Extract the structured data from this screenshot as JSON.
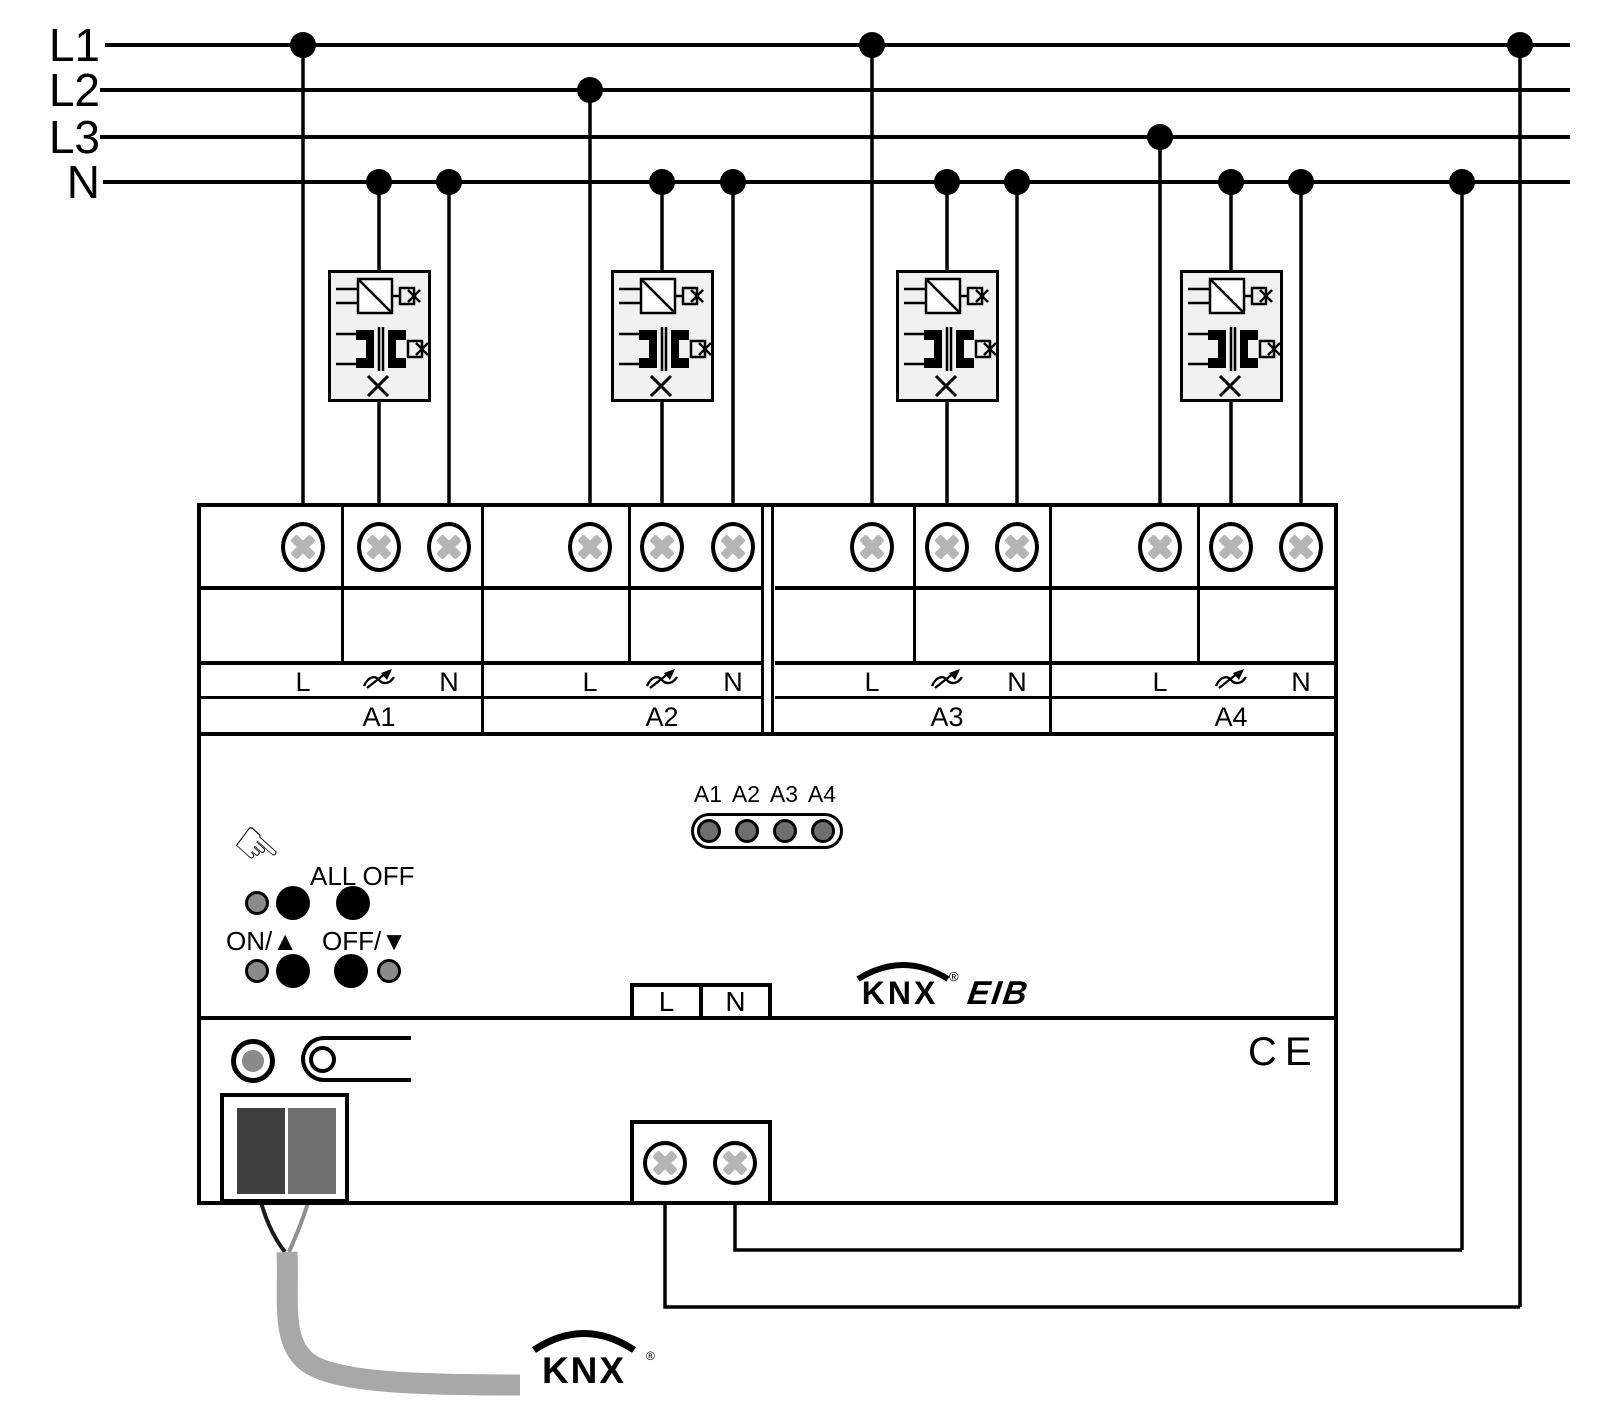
{
  "bus_labels": [
    "L1",
    "L2",
    "L3",
    "N"
  ],
  "channels": [
    {
      "name": "A1",
      "l": "L",
      "n": "N"
    },
    {
      "name": "A2",
      "l": "L",
      "n": "N"
    },
    {
      "name": "A3",
      "l": "L",
      "n": "N"
    },
    {
      "name": "A4",
      "l": "L",
      "n": "N"
    }
  ],
  "led_group": {
    "labels": [
      "A1",
      "A2",
      "A3",
      "A4"
    ]
  },
  "controls": {
    "all_off": "ALL OFF",
    "on_up": "ON/▲",
    "off_down": "OFF/▼"
  },
  "bus_power_terminal": {
    "l": "L",
    "n": "N"
  },
  "branding": {
    "knx": "KNX",
    "registered": "®",
    "eib": "EIB",
    "ce": "CE"
  },
  "knx_bus": {
    "label": "KNX",
    "registered": "®"
  },
  "icons": {
    "hand": "☞",
    "screw": "screw-terminal-icon",
    "dimmer": "phase-dimmer-icon",
    "load": "dimmable-load-icon"
  },
  "colors": {
    "wire": "#000000",
    "load_box_bg": "#f1f1f1",
    "screw_cross": "#b5b5b5",
    "channel_led": "#6f6f6f",
    "status_led": "#8a8a8a",
    "knx_cable": "#a8a8a8",
    "bus_clamp_dark": "#3f3f3f",
    "bus_clamp_gray": "#707070"
  }
}
